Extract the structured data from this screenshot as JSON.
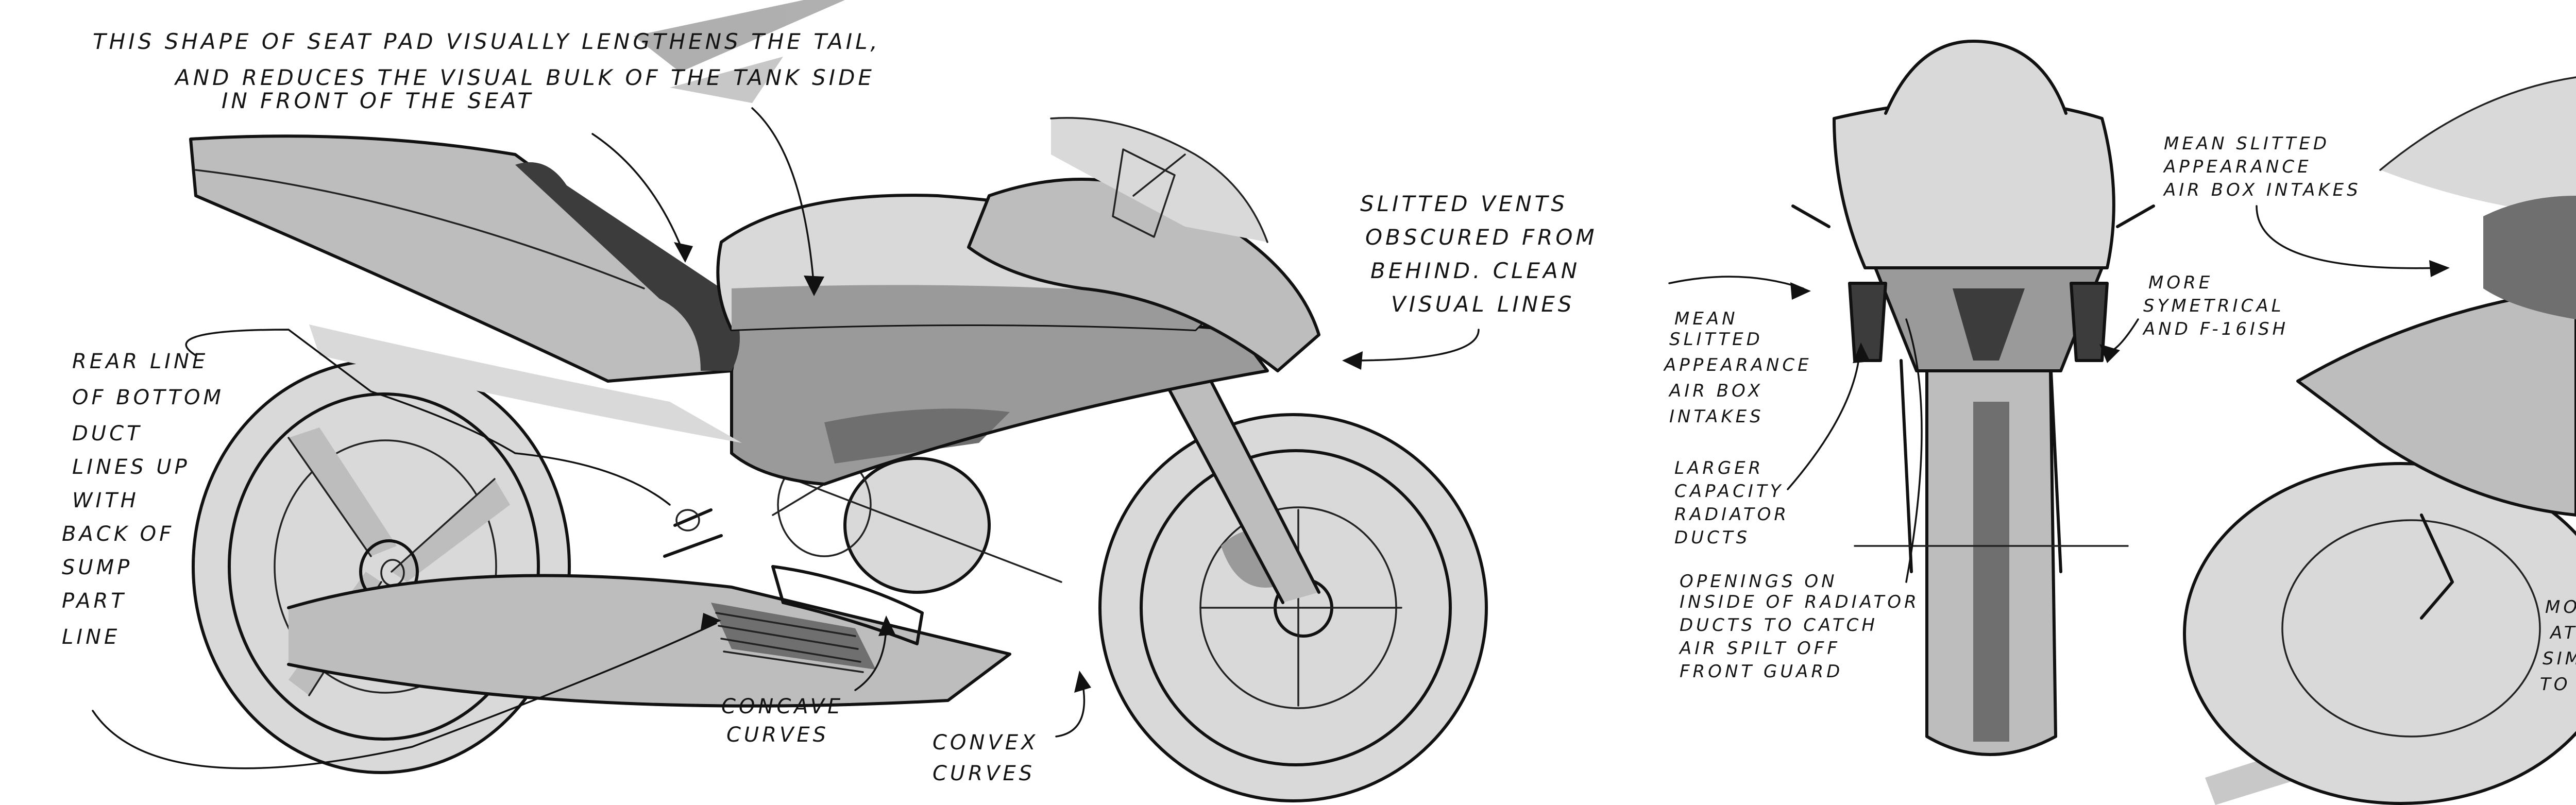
{
  "sheet": {
    "annotations": {
      "seat_pad": [
        "THIS SHAPE OF SEAT PAD VISUALLY LENGTHENS THE TAIL,",
        "AND REDUCES THE VISUAL BULK OF THE TANK SIDE",
        "IN FRONT OF THE SEAT"
      ],
      "slitted_vents": [
        "SLITTED VENTS",
        "OBSCURED FROM",
        "BEHIND. CLEAN",
        "VISUAL LINES"
      ],
      "rear_line": [
        "REAR LINE",
        "OF BOTTOM",
        "DUCT",
        "LINES UP",
        "WITH",
        "BACK OF",
        "SUMP",
        "PART",
        "LINE"
      ],
      "concave": [
        "CONCAVE",
        "CURVES"
      ],
      "convex": [
        "CONVEX",
        "CURVES"
      ],
      "mean_slitted_front": [
        "MEAN",
        "SLITTED",
        "APPEARANCE",
        "AIR BOX",
        "INTAKES"
      ],
      "larger_capacity": [
        "LARGER",
        "CAPACITY",
        "RADIATOR",
        "DUCTS"
      ],
      "openings": [
        "OPENINGS ON",
        "INSIDE OF RADIATOR",
        "DUCTS TO CATCH",
        "AIR SPILT OFF",
        "FRONT GUARD"
      ],
      "more_symetrical": [
        "MORE",
        "SYMETRICAL",
        "AND F-16ISH"
      ],
      "mean_slitted_three_quarter": [
        "MEAN SLITTED",
        "APPEARANCE",
        "AIR BOX INTAKES"
      ],
      "cropped_right_edge": [
        "MO",
        "AT",
        "SIM",
        "TO"
      ]
    }
  }
}
